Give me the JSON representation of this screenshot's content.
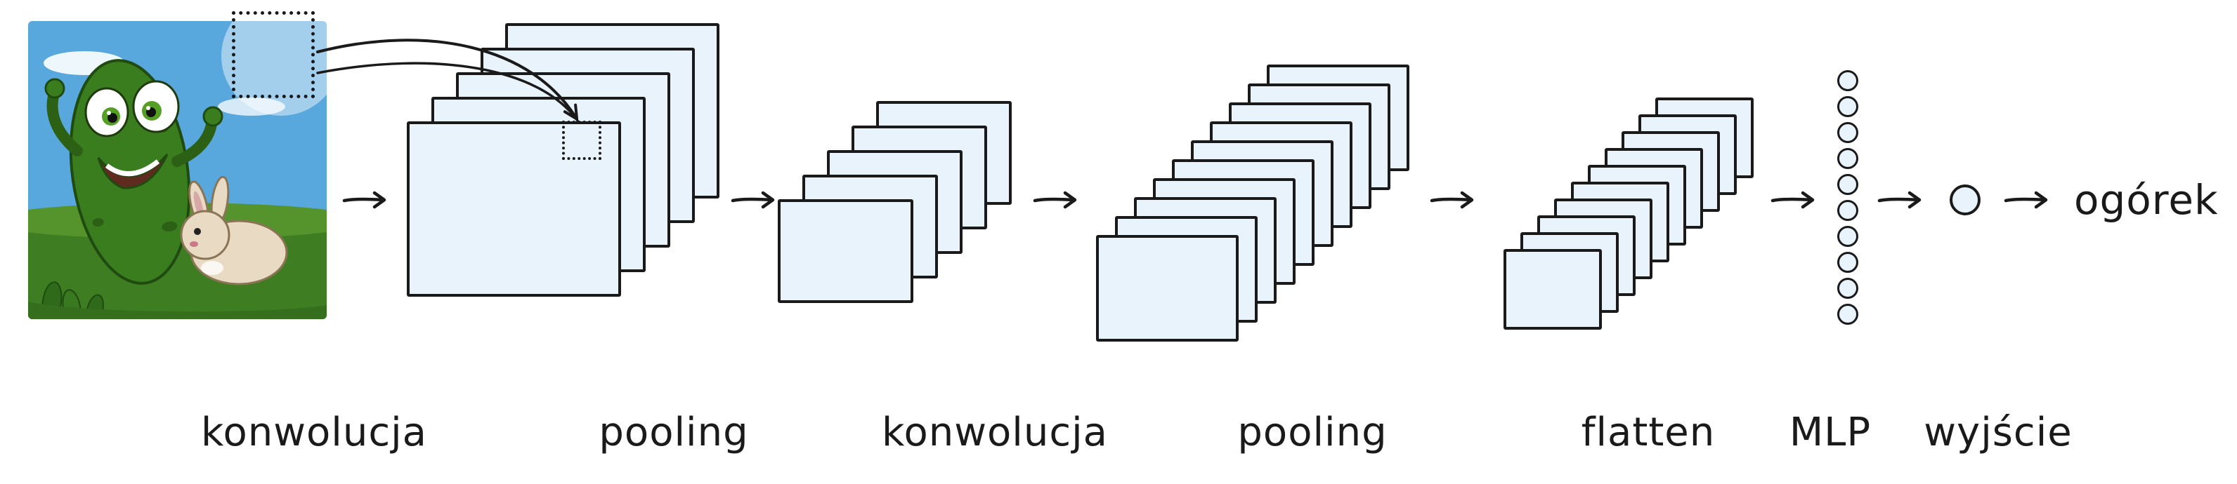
{
  "diagram_title": "cnn-pipeline",
  "labels": [
    "konwolucja",
    "pooling",
    "konwolucja",
    "pooling",
    "flatten",
    "MLP",
    "wyjście"
  ],
  "output_text": "ogórek",
  "stacks": {
    "conv1": {
      "count": 5
    },
    "pool1": {
      "count": 5
    },
    "conv2": {
      "count": 10
    },
    "pool2": {
      "count": 10
    }
  },
  "mlp": {
    "node_count": 10,
    "output_count": 1
  },
  "colors": {
    "stroke": "#1a1a1a",
    "sheet_fill": "#e8f3fb",
    "sky_blue": "#58a8de",
    "grass_green": "#3e7d22",
    "cucumber_green": "#3a7d1e",
    "rabbit_cream": "#e9dac3"
  }
}
